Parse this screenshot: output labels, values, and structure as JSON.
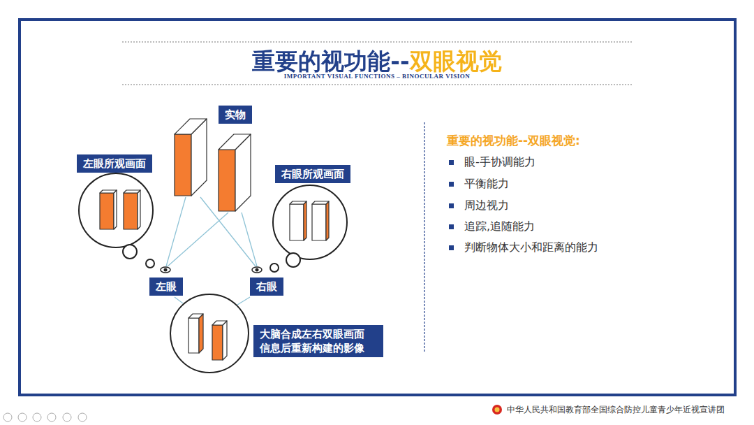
{
  "diagram": {
    "title": "重要的视功能--双眼视觉",
    "nodes": [
      {
        "text": [
          "实物"
        ]
      },
      {
        "text": [
          "左眼所观画面"
        ]
      },
      {
        "text": [
          "右眼所观画面"
        ]
      },
      {
        "text": [
          "左眼"
        ]
      },
      {
        "text": [
          "右眼"
        ]
      },
      {
        "text": [
          "大脑合成左右双眼画面 信息后重新构建的影像"
        ]
      }
    ],
    "labels": [
      "IMPORTANT VISUAL FUNCTIONS – BINOCULAR VISION",
      "重要的视功能--双眼视觉:",
      "眼-手协调能力",
      "平衡能力",
      "周边视力",
      "追踪,追随能力",
      "判断物体大小和距离的能力",
      "中华人民共和国教育部全国综合防控儿童青少年近视宣讲团"
    ]
  }
}
